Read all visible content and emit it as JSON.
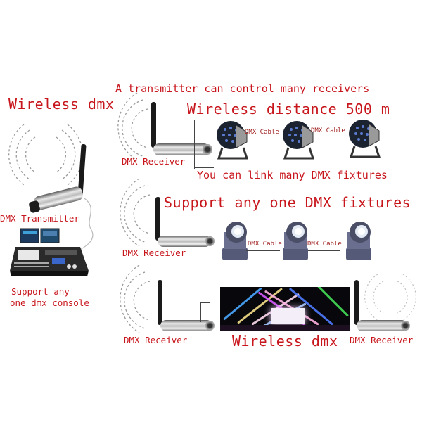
{
  "titles": {
    "wireless_dmx_left": "Wireless dmx",
    "transmitter_many": "A transmitter can control many receivers",
    "wireless_distance": "Wireless distance 500 m",
    "link_fixtures": "You can link many DMX fixtures",
    "support_fixtures": "Support any one DMX fixtures",
    "wireless_dmx_bottom": "Wireless dmx"
  },
  "labels": {
    "transmitter": "DMX Transmitter",
    "console_line1": "Support any",
    "console_line2": "one dmx console",
    "receiver_1": "DMX Receiver",
    "receiver_2": "DMX Receiver",
    "receiver_3": "DMX Receiver",
    "receiver_4": "DMX Receiver"
  },
  "cables": {
    "row1_a": "DMX Cable",
    "row1_b": "DMX Cable",
    "row2_a": "DMX Cable",
    "row2_b": "DMX Cable"
  },
  "colors": {
    "text_red": "#c8161d",
    "background": "#ffffff"
  }
}
